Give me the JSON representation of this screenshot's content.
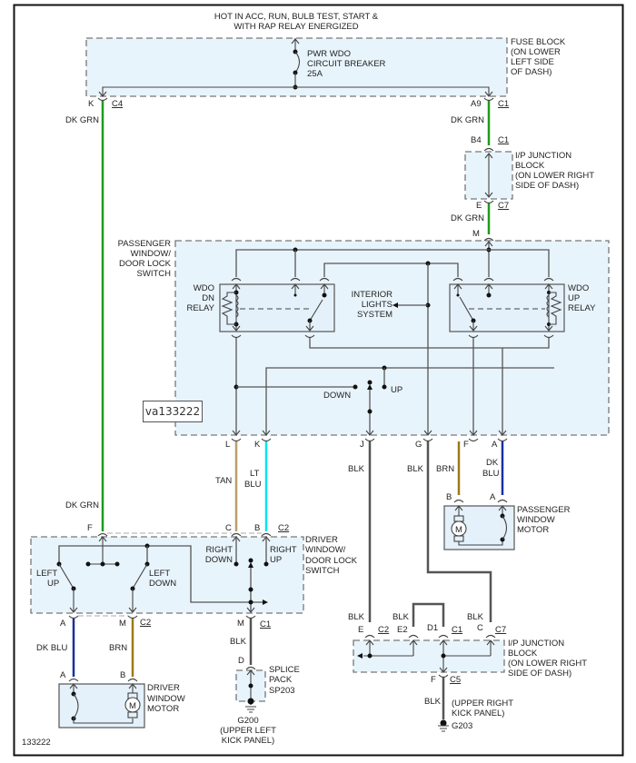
{
  "header": {
    "line1": "HOT IN ACC, RUN, BULB TEST, START &",
    "line2": "WITH RAP RELAY ENERGIZED"
  },
  "fuse_block": {
    "label": [
      "FUSE BLOCK",
      "(ON LOWER",
      "LEFT SIDE",
      "OF DASH)"
    ],
    "breaker": [
      "PWR WDO",
      "CIRCUIT BREAKER",
      "25A"
    ],
    "pin_left": "K",
    "conn_left": "C4",
    "pin_right": "A9",
    "conn_right": "C1"
  },
  "ip_junction_top": {
    "label": [
      "I/P JUNCTION",
      "BLOCK",
      "(ON LOWER RIGHT",
      "SIDE OF DASH)"
    ],
    "pin_in": "B4",
    "conn_in": "C1",
    "pin_out": "E",
    "conn_out": "C7"
  },
  "passenger_switch": {
    "label": [
      "PASSENGER",
      "WINDOW/",
      "DOOR LOCK",
      "SWITCH"
    ],
    "pin_top": "M",
    "dn_relay": [
      "WDO",
      "DN",
      "RELAY"
    ],
    "up_relay": [
      "WDO",
      "UP",
      "RELAY"
    ],
    "interior": [
      "INTERIOR",
      "LIGHTS",
      "SYSTEM"
    ],
    "down_label": "DOWN",
    "up_label": "UP",
    "pins_bottom": [
      "L",
      "K",
      "J",
      "G",
      "F",
      "A"
    ]
  },
  "id_tag": "va133222",
  "passenger_motor": {
    "label": [
      "PASSENGER",
      "WINDOW",
      "MOTOR"
    ],
    "pin_b": "B",
    "pin_a": "A",
    "motor_symbol": "M"
  },
  "driver_switch": {
    "label": [
      "DRIVER",
      "WINDOW/",
      "DOOR LOCK",
      "SWITCH"
    ],
    "pin_f": "F",
    "pin_c": "C",
    "pin_b": "B",
    "conn_top": "C2",
    "left_up": [
      "LEFT",
      "UP"
    ],
    "left_down": [
      "LEFT",
      "DOWN"
    ],
    "right_down": [
      "RIGHT",
      "DOWN"
    ],
    "right_up": [
      "RIGHT",
      "UP"
    ],
    "pin_a": "A",
    "pin_m": "M",
    "conn_bottom_left": "C2",
    "pin_m2": "M",
    "conn_bottom_right": "C1"
  },
  "driver_motor": {
    "label": [
      "DRIVER",
      "WINDOW",
      "MOTOR"
    ],
    "pin_a": "A",
    "pin_b": "B",
    "motor_symbol": "M"
  },
  "splice": {
    "label": [
      "SPLICE",
      "PACK",
      "SP203"
    ],
    "pin": "D",
    "ground": [
      "G200",
      "(UPPER LEFT",
      "KICK PANEL)"
    ]
  },
  "ip_junction_bottom": {
    "label": [
      "I/P JUNCTION",
      "BLOCK",
      "(ON LOWER RIGHT",
      "SIDE OF DASH)"
    ],
    "pin_e": "E",
    "conn_e": "C2",
    "pin_e2": "E2",
    "pin_d1": "D1",
    "conn_d1": "C1",
    "pin_c": "C",
    "conn_c": "C7",
    "pin_f": "F",
    "conn_f": "C5",
    "ground_loc": [
      "(UPPER RIGHT",
      "KICK PANEL)"
    ],
    "ground_id": "G203"
  },
  "wires": {
    "dk_grn": "DK GRN",
    "tan": "TAN",
    "lt_blu": [
      "LT",
      "BLU"
    ],
    "blk": "BLK",
    "brn": "BRN",
    "dk_blu": "DK BLU",
    "dk_blu_split": [
      "DK",
      "BLU"
    ]
  },
  "colors": {
    "dk_grn": "#1e9a1e",
    "tan": "#b8a06a",
    "lt_blu": "#00e5f0",
    "blk": "#555555",
    "brn": "#9a7b1a",
    "dk_blu": "#1a2fa0"
  },
  "figure_number": "133222"
}
